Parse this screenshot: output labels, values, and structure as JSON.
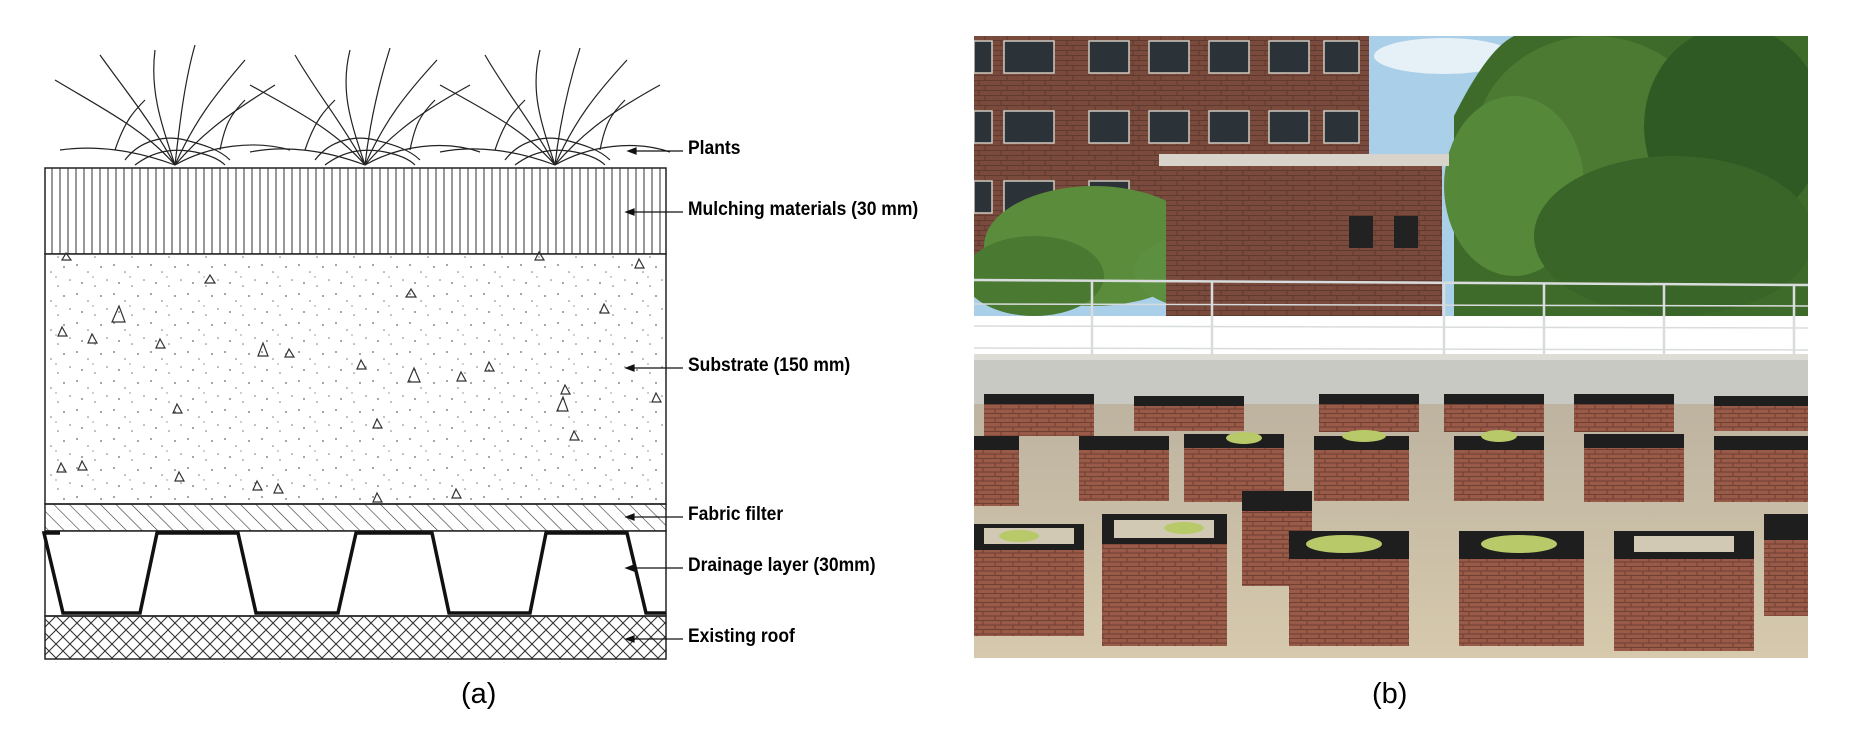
{
  "diagram": {
    "layers": [
      {
        "id": "plants",
        "label": "Plants"
      },
      {
        "id": "mulch",
        "label": "Mulching materials (30 mm)"
      },
      {
        "id": "substrate",
        "label": "Substrate (150 mm)"
      },
      {
        "id": "fabric",
        "label": "Fabric filter"
      },
      {
        "id": "drainage",
        "label": "Drainage layer (30mm)"
      },
      {
        "id": "roof",
        "label": "Existing roof"
      }
    ],
    "caption": "(a)"
  },
  "photo": {
    "caption": "(b)",
    "colors": {
      "sky": "#a9cfe9",
      "brick_building": "#7a4a3c",
      "trees": "#3f6b2a",
      "parapet": "#c9c9c4",
      "roof_floor": "#cbbfa6",
      "planter_brick": "#9a5a48",
      "geotextile": "#1e1e1e",
      "plants": "#b8c96a"
    }
  }
}
